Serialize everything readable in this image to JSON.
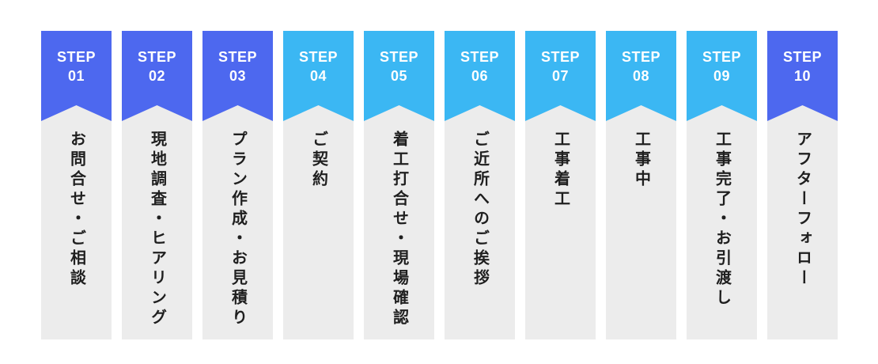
{
  "colors": {
    "indigo": "#4d68ef",
    "sky": "#3bb7f3",
    "body_bg": "#ececec",
    "text": "#1f1f1f",
    "step_text": "#ffffff"
  },
  "steps": [
    {
      "label": "STEP",
      "number": "01",
      "title": "お問合せ・ご相談",
      "theme": "indigo"
    },
    {
      "label": "STEP",
      "number": "02",
      "title": "現地調査・ヒアリング",
      "theme": "indigo"
    },
    {
      "label": "STEP",
      "number": "03",
      "title": "プラン作成・お見積り",
      "theme": "indigo"
    },
    {
      "label": "STEP",
      "number": "04",
      "title": "ご契約",
      "theme": "sky"
    },
    {
      "label": "STEP",
      "number": "05",
      "title": "着工打合せ・現場確認",
      "theme": "sky"
    },
    {
      "label": "STEP",
      "number": "06",
      "title": "ご近所へのご挨拶",
      "theme": "sky"
    },
    {
      "label": "STEP",
      "number": "07",
      "title": "工事着工",
      "theme": "sky"
    },
    {
      "label": "STEP",
      "number": "08",
      "title": "工事中",
      "theme": "sky"
    },
    {
      "label": "STEP",
      "number": "09",
      "title": "工事完了・お引渡し",
      "theme": "sky"
    },
    {
      "label": "STEP",
      "number": "10",
      "title": "アフターフォロー",
      "theme": "indigo"
    }
  ]
}
